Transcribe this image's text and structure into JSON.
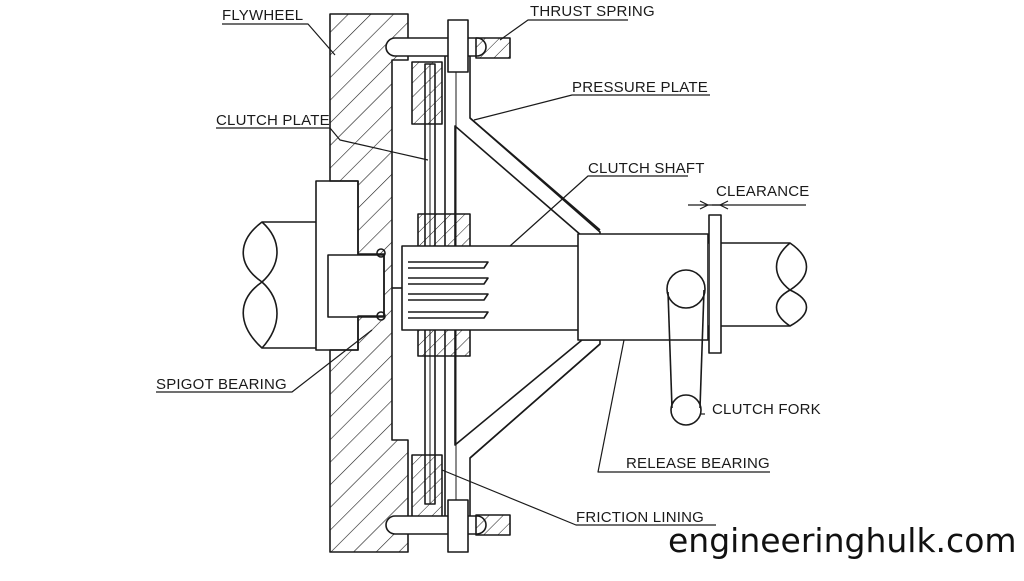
{
  "diagram": {
    "labels": {
      "flywheel": "FLYWHEEL",
      "thrust_spring": "THRUST SPRING",
      "pressure_plate": "PRESSURE PLATE",
      "clutch_plate": "CLUTCH PLATE",
      "clutch_shaft": "CLUTCH SHAFT",
      "clearance": "CLEARANCE",
      "spigot_bearing": "SPIGOT BEARING",
      "clutch_fork": "CLUTCH FORK",
      "release_bearing": "RELEASE BEARING",
      "friction_lining": "FRICTION LINING"
    },
    "watermark": "engineeringhulk.com",
    "colors": {
      "line": "#1a1a1a",
      "background": "#ffffff"
    }
  }
}
